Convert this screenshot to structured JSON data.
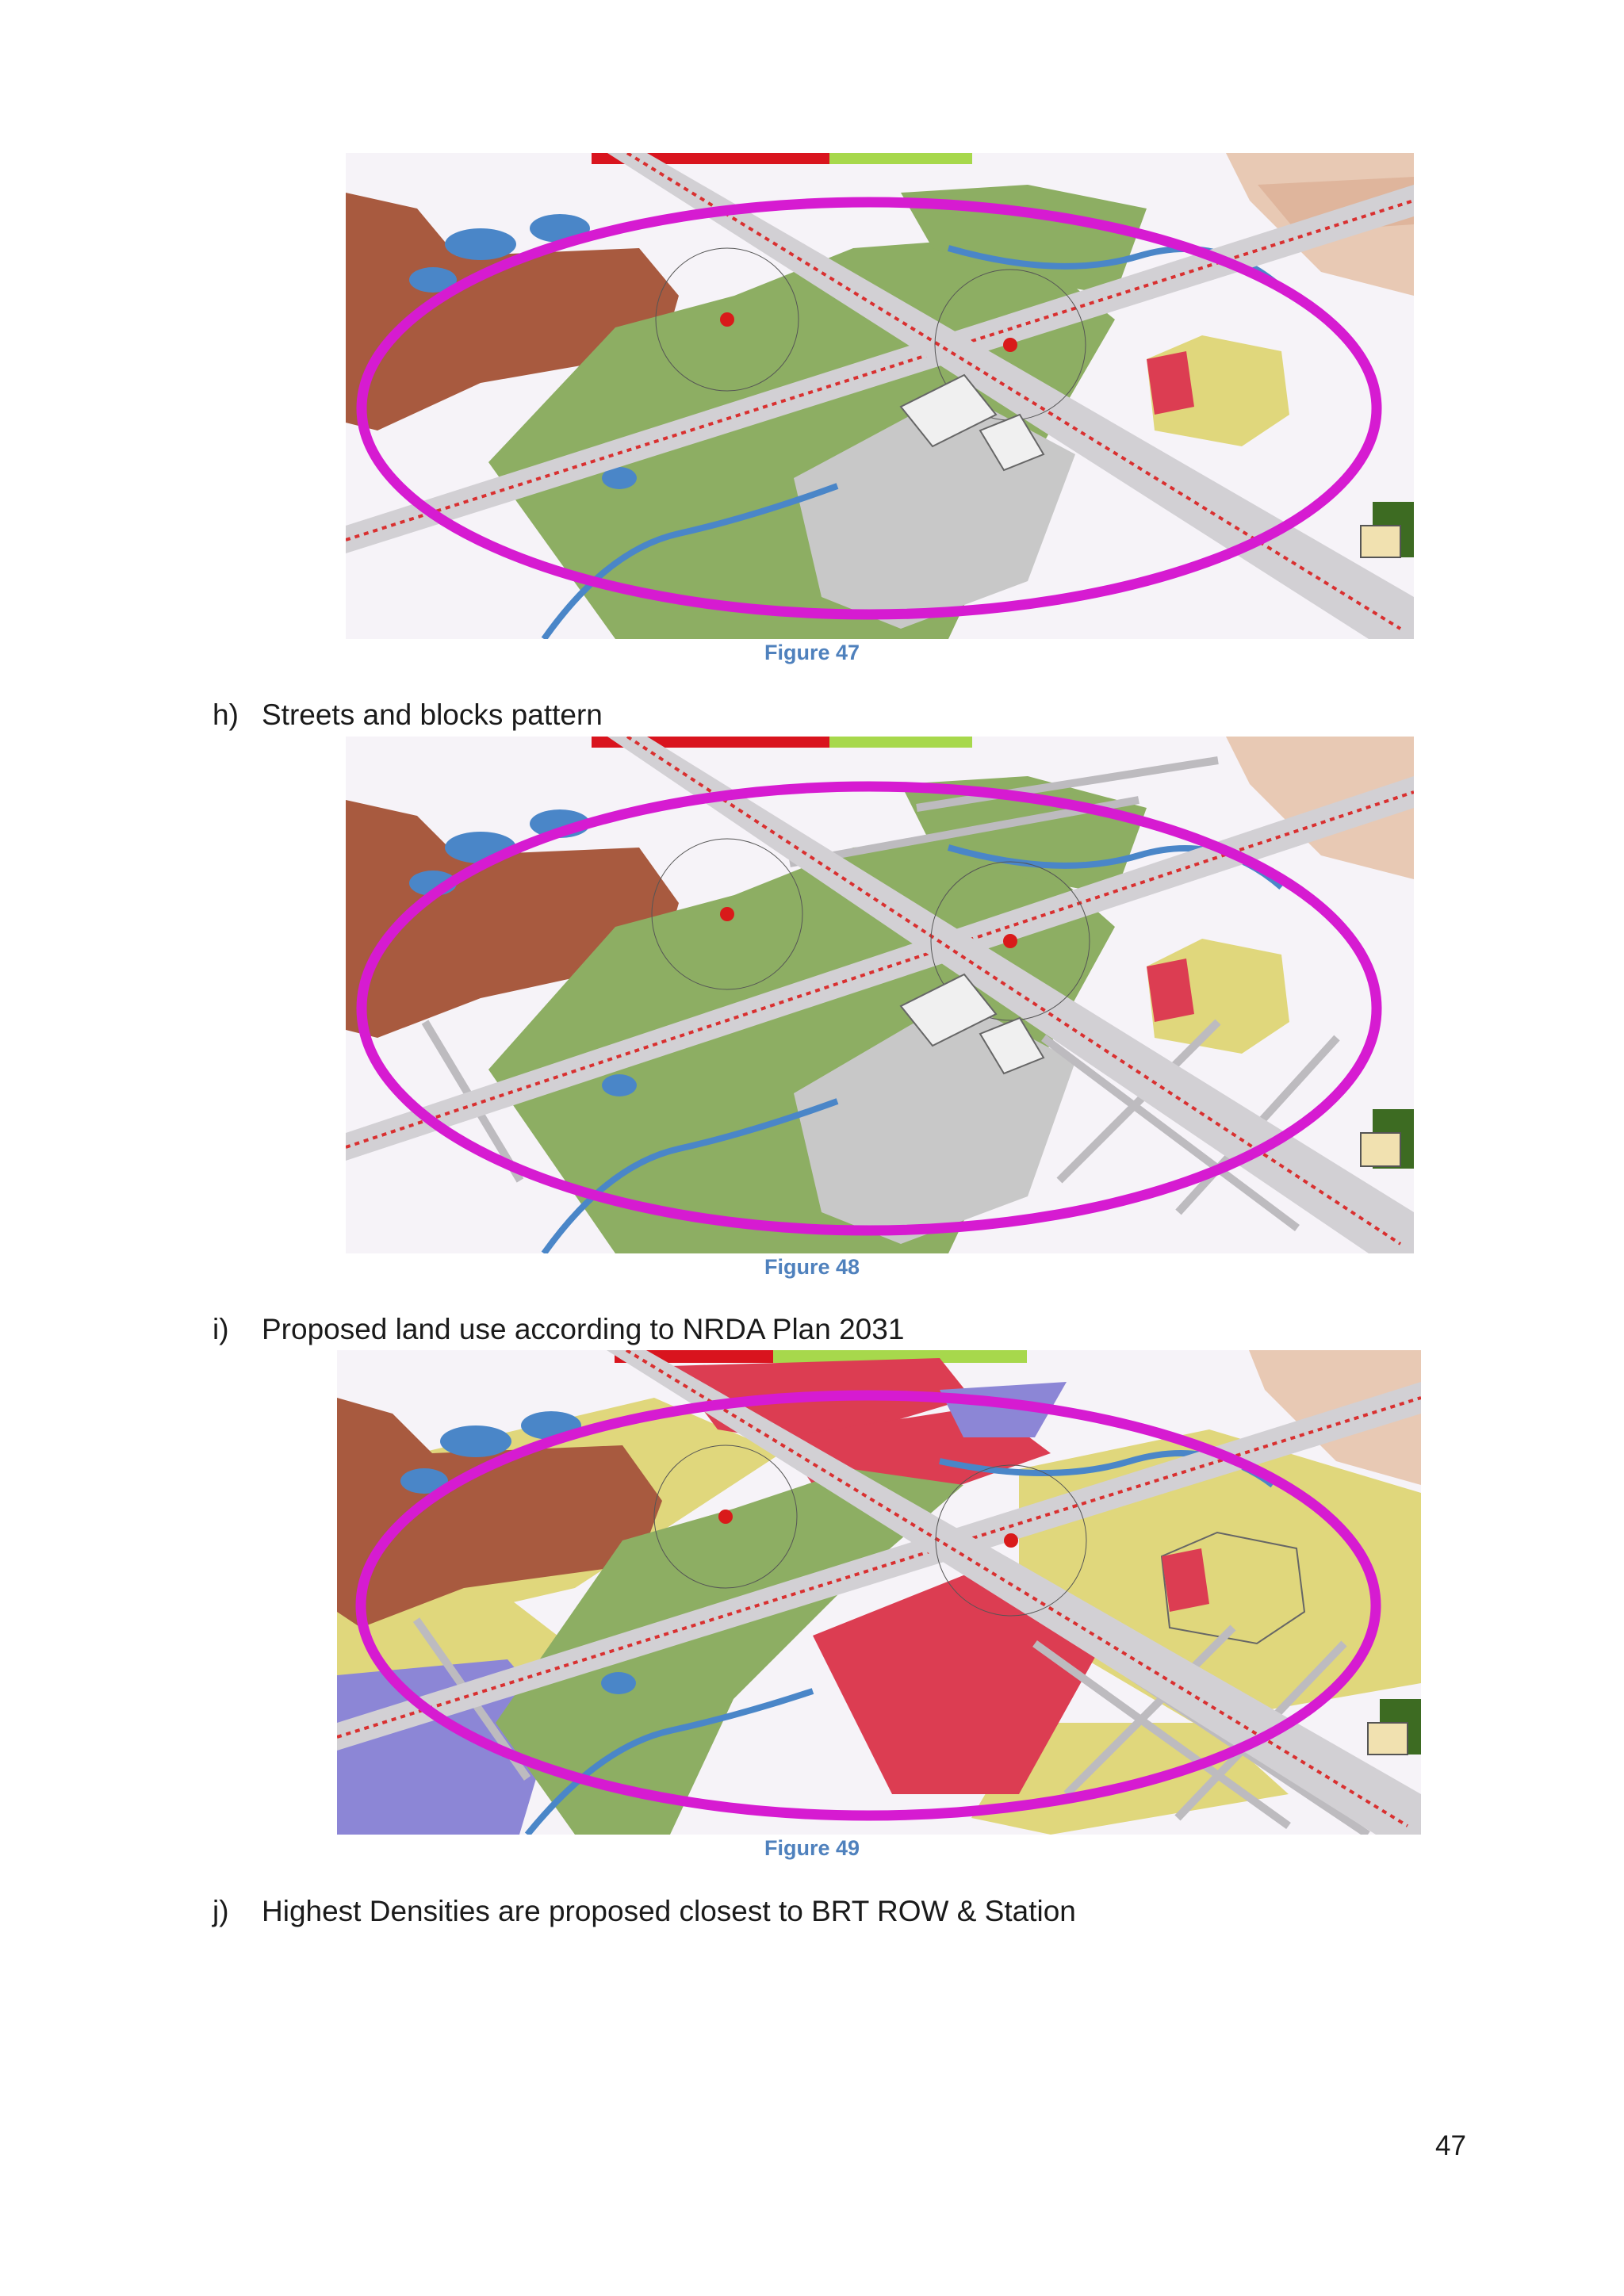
{
  "figures": [
    {
      "caption": "Figure 47"
    },
    {
      "caption": "Figure 48"
    },
    {
      "caption": "Figure 49"
    }
  ],
  "items": [
    {
      "marker": "h)",
      "text": "Streets and blocks pattern"
    },
    {
      "marker": "i)",
      "text": "Proposed land use according to NRDA Plan 2031"
    },
    {
      "marker": "j)",
      "text": "Highest Densities are proposed closest to BRT ROW & Station"
    }
  ],
  "page_number": "47",
  "colors": {
    "caption": "#4f81bd",
    "transit_ring": "#d61bd1",
    "green_space": "#8dae63",
    "institutional": "#a85a3f",
    "water": "#4a86c8",
    "commercial": "#dc3d52",
    "residential": "#e0d77c",
    "public_use": "#8c86d6"
  }
}
